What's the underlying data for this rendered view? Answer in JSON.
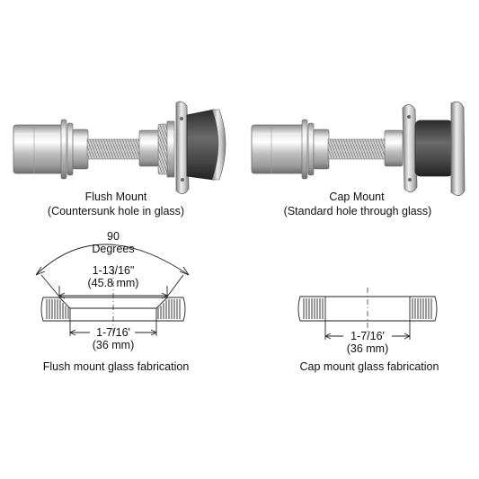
{
  "products": [
    {
      "title": "Flush Mount",
      "subtitle": "(Countersunk hole in glass)"
    },
    {
      "title": "Cap Mount",
      "subtitle": "(Standard hole through glass)"
    }
  ],
  "fabrication": {
    "flush": {
      "angle_value": "90",
      "angle_unit": "Degrees",
      "top_dim_in": "1-13/16\"",
      "top_dim_mm": "(45.8 mm)",
      "bottom_dim_in": "1-7/16'",
      "bottom_dim_mm": "(36 mm)",
      "caption": "Flush mount glass fabrication"
    },
    "cap": {
      "bottom_dim_in": "1-7/16'",
      "bottom_dim_mm": "(36 mm)",
      "caption": "Cap mount glass fabrication"
    }
  },
  "colors": {
    "metal_light": "#d9d9d9",
    "metal_dark": "#7a7a7a",
    "gasket": "#4a4a4a",
    "line": "#222222"
  }
}
